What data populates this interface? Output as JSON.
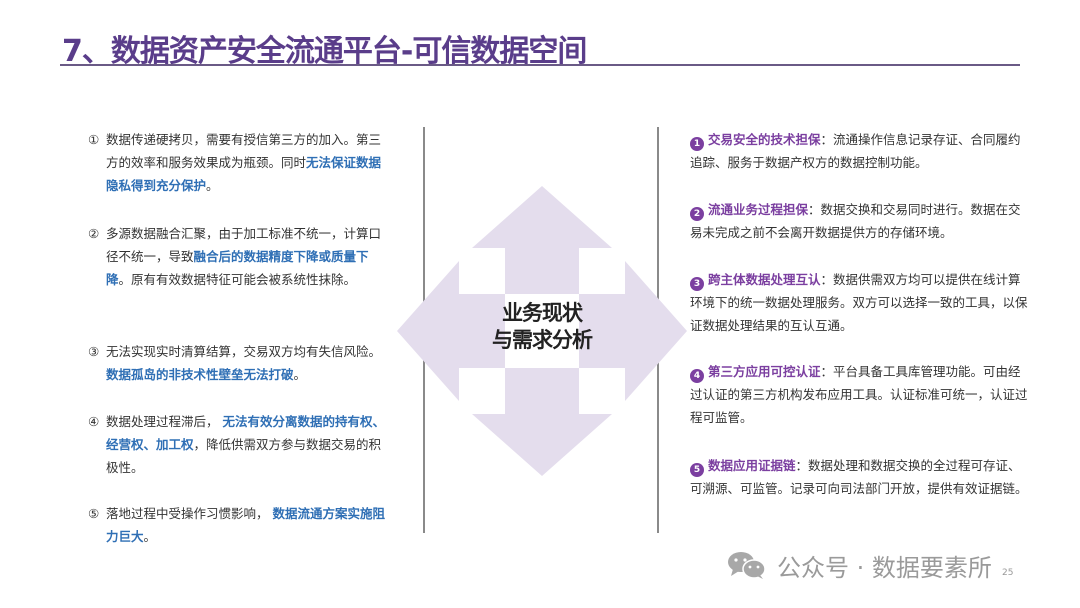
{
  "slide": {
    "title": "7、数据资产安全流通平台-可信数据空间",
    "page_number": "25"
  },
  "center": {
    "line1": "业务现状",
    "line2": "与需求分析",
    "icon": "four-way-arrow-icon"
  },
  "left_items": [
    {
      "num": "①",
      "text_before": "数据传递硬拷贝，需要有授信第三方的加入。第三方的效率和服务效果成为瓶颈。同时",
      "highlight": "无法保证数据隐私得到充分保护",
      "text_after": "。"
    },
    {
      "num": "②",
      "text_before": "多源数据融合汇聚，由于加工标准不统一，计算口径不统一，导致",
      "highlight": "融合后的数据精度下降或质量下降",
      "text_after": "。原有有效数据特征可能会被系统性抹除。"
    },
    {
      "num": "③",
      "text_before": "无法实现实时清算结算，交易双方均有失信风险。 ",
      "highlight": "数据孤岛的非技术性壁垒无法打破",
      "text_after": "。"
    },
    {
      "num": "④",
      "text_before": "数据处理过程滞后， ",
      "highlight": "无法有效分离数据的持有权、经营权、加工权",
      "text_after": "，降低供需双方参与数据交易的积极性。"
    },
    {
      "num": "⑤",
      "text_before": "落地过程中受操作习惯影响， ",
      "highlight": "数据流通方案实施阻力巨大",
      "text_after": "。"
    }
  ],
  "right_items": [
    {
      "badge": "1",
      "heading": "交易安全的技术担保",
      "text": "：流通操作信息记录存证、合同履约追踪、服务于数据产权方的数据控制功能。"
    },
    {
      "badge": "2",
      "heading": "流通业务过程担保",
      "text": "：数据交换和交易同时进行。数据在交易未完成之前不会离开数据提供方的存储环境。"
    },
    {
      "badge": "3",
      "heading": "跨主体数据处理互认",
      "text": "：数据供需双方均可以提供在线计算环境下的统一数据处理服务。双方可以选择一致的工具，以保证数据处理结果的互认互通。"
    },
    {
      "badge": "4",
      "heading": "第三方应用可控认证",
      "text": "：平台具备工具库管理功能。可由经过认证的第三方机构发布应用工具。认证标准可统一，认证过程可监管。"
    },
    {
      "badge": "5",
      "heading": "数据应用证据链",
      "text": "：数据处理和数据交换的全过程可存证、可溯源、可监管。记录可向司法部门开放，提供有效证据链。"
    }
  ],
  "watermark": {
    "icon": "wechat-icon",
    "text": "公众号 · 数据要素所"
  },
  "colors": {
    "title": "#5a3d8a",
    "highlight_blue": "#2f6fb5",
    "highlight_purple": "#7b3fa0",
    "arrow_fill": "#e4dded"
  }
}
